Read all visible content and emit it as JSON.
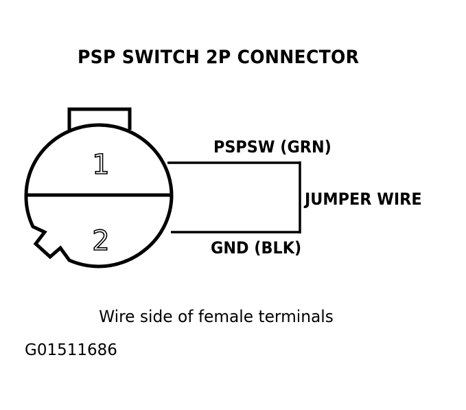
{
  "figure": {
    "title": "PSP SWITCH 2P CONNECTOR",
    "caption": "Wire side of female terminals",
    "figure_id": "G01511686",
    "ink_color": "#000000",
    "background_color": "#ffffff"
  },
  "connector": {
    "name": "PSP switch 2P connector",
    "terminal_count": 2,
    "terminals": [
      {
        "number": "1",
        "position": "upper-half"
      },
      {
        "number": "2",
        "position": "lower-half"
      }
    ]
  },
  "wires": [
    {
      "id": "pspsw",
      "label": "PSPSW (GRN)",
      "circuit": "PSPSW",
      "color_code": "GRN",
      "from_terminal": "1"
    },
    {
      "id": "gnd",
      "label": "GND (BLK)",
      "circuit": "GND",
      "color_code": "BLK",
      "from_terminal": "2"
    }
  ],
  "jumper": {
    "label": "JUMPER WIRE"
  }
}
